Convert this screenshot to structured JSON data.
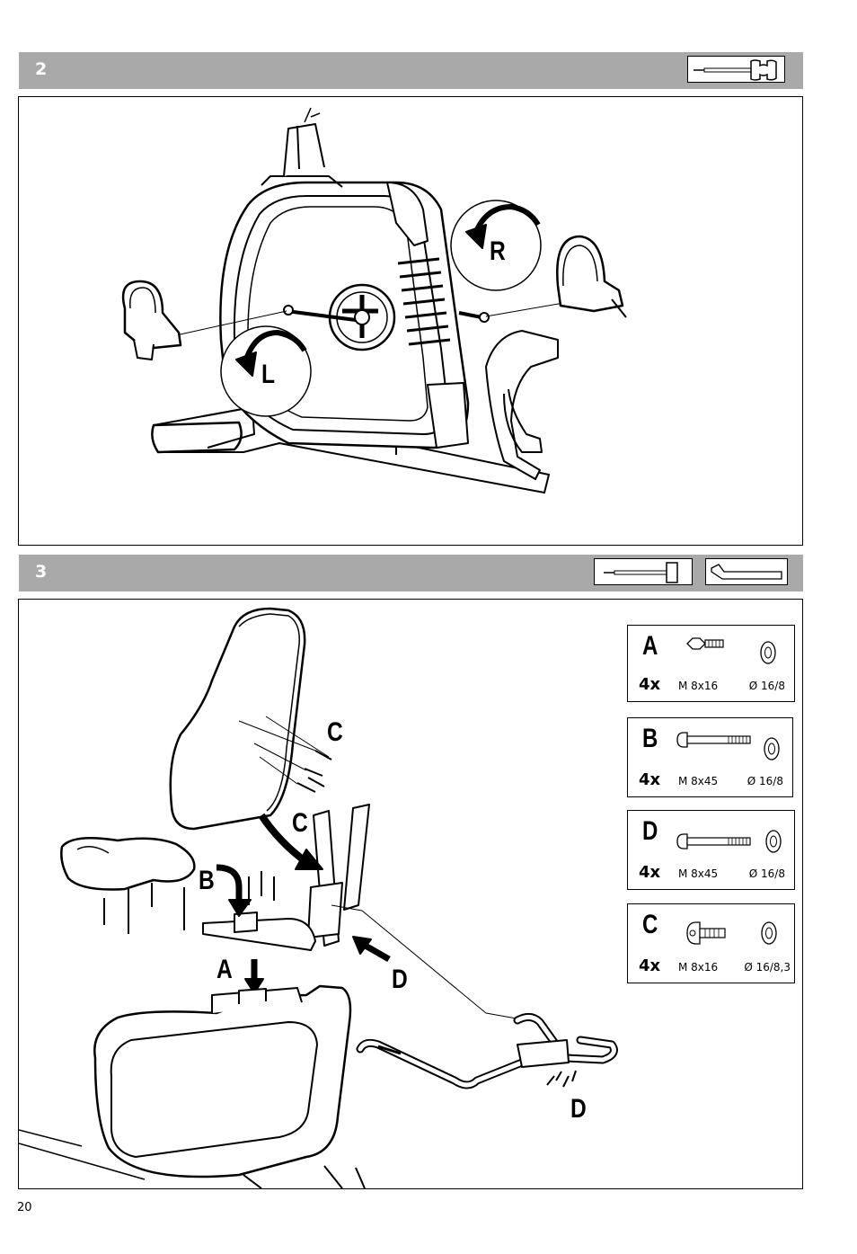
{
  "steps": [
    {
      "number": "2",
      "tools": [
        "screwdriver-wrench-icon"
      ],
      "callouts": {
        "right": "R",
        "left": "L"
      }
    },
    {
      "number": "3",
      "tools": [
        "screwdriver-icon",
        "allen-key-icon"
      ],
      "callouts": [
        "C",
        "C",
        "B",
        "A",
        "D",
        "D"
      ],
      "hardware": [
        {
          "letter": "A",
          "count": "4x",
          "size": "M 8x16",
          "washer": "Ø 16/8",
          "icon": "hex-bolt-icon"
        },
        {
          "letter": "B",
          "count": "4x",
          "size": "M 8x45",
          "washer": "Ø 16/8",
          "icon": "long-bolt-icon"
        },
        {
          "letter": "D",
          "count": "4x",
          "size": "M 8x45",
          "washer": "Ø 16/8",
          "icon": "long-bolt-icon"
        },
        {
          "letter": "C",
          "count": "4x",
          "size": "M 8x16",
          "washer": "Ø 16/8,3",
          "icon": "allen-bolt-icon"
        }
      ]
    }
  ],
  "page_number": "20"
}
